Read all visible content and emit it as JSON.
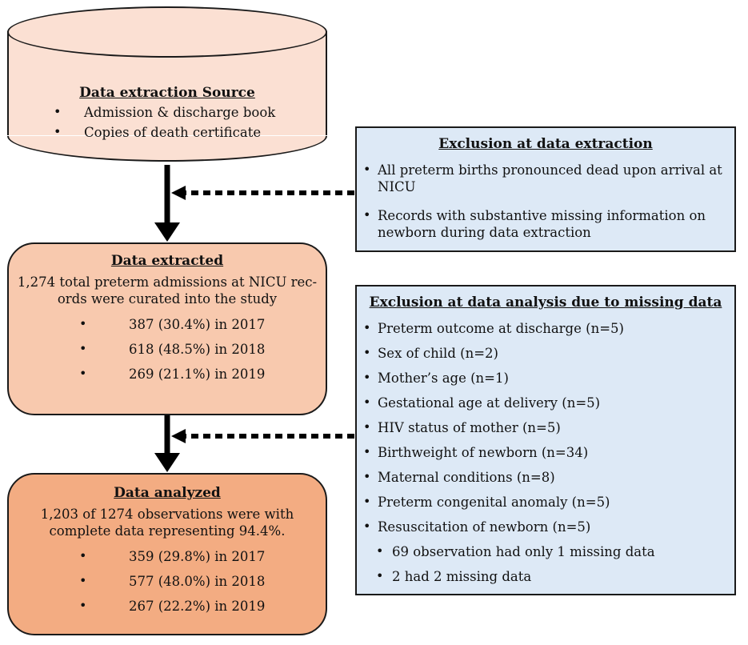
{
  "source_box": {
    "title": "Data  extraction Source",
    "items": [
      "Admission & discharge book",
      "Copies of death certificate"
    ]
  },
  "extracted_box": {
    "title": "Data extracted",
    "intro_line1": "1,274 total preterm admissions at NICU rec-",
    "intro_line2": "ords were curated into the study",
    "items": [
      "387 (30.4%) in 2017",
      "618 (48.5%) in 2018",
      "269 (21.1%) in 2019"
    ]
  },
  "analyzed_box": {
    "title": "Data analyzed",
    "intro_line1": "1,203 of 1274 observations were with",
    "intro_line2": "complete data representing 94.4%.",
    "items": [
      "359 (29.8%) in 2017",
      "577 (48.0%) in 2018",
      "267 (22.2%) in 2019"
    ]
  },
  "exclusion_extraction": {
    "title": "Exclusion at data extraction",
    "item1_line1": "All preterm births pronounced dead upon arrival at",
    "item1_line2": "NICU",
    "item2_line1": "Records with substantive missing information on",
    "item2_line2": "newborn during data extraction"
  },
  "exclusion_analysis": {
    "title": "Exclusion at data analysis due to missing data",
    "items": [
      "Preterm outcome at discharge (n=5)",
      "Sex of child (n=2)",
      "Mother’s age (n=1)",
      "Gestational age at delivery (n=5)",
      "HIV status of mother (n=5)",
      "Birthweight of newborn (n=34)",
      "Maternal conditions (n=8)",
      "Preterm congenital anomaly (n=5)",
      "Resuscitation of newborn (n=5)"
    ],
    "subitems": [
      "69 observation had only 1 missing data",
      "2 had 2 missing data"
    ]
  }
}
